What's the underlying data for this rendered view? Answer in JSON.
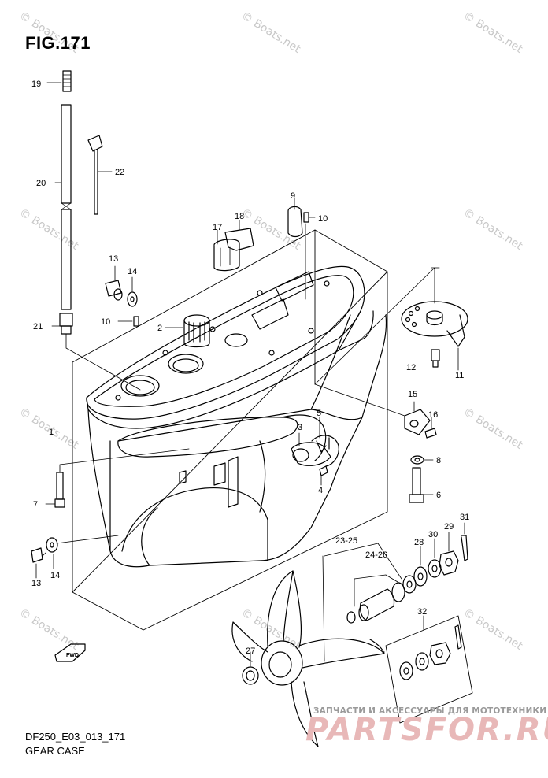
{
  "figure": {
    "title": "FIG.171",
    "model_code": "DF250_E03_013_171",
    "section_name": "GEAR CASE"
  },
  "watermark": "© Boats.net",
  "branding": {
    "tagline": "ЗАПЧАСТИ И АКСЕССУАРЫ ДЛЯ МОТОТЕХНИКИ",
    "logo": "PARTSFOR.RU"
  },
  "callouts": {
    "c1": "1",
    "c2": "2",
    "c3": "3",
    "c4": "4",
    "c5": "5",
    "c6": "6",
    "c7": "7",
    "c8": "8",
    "c9": "9",
    "c10a": "10",
    "c10b": "10",
    "c11": "11",
    "c12": "12",
    "c13a": "13",
    "c13b": "13",
    "c14a": "14",
    "c14b": "14",
    "c15": "15",
    "c16": "16",
    "c17": "17",
    "c18": "18",
    "c19": "19",
    "c20": "20",
    "c21": "21",
    "c22": "22",
    "c23_25": "23-25",
    "c24_26": "24-26",
    "c27": "27",
    "c28": "28",
    "c29": "29",
    "c30": "30",
    "c31": "31",
    "c32": "32"
  },
  "fwd_label": "FWD"
}
